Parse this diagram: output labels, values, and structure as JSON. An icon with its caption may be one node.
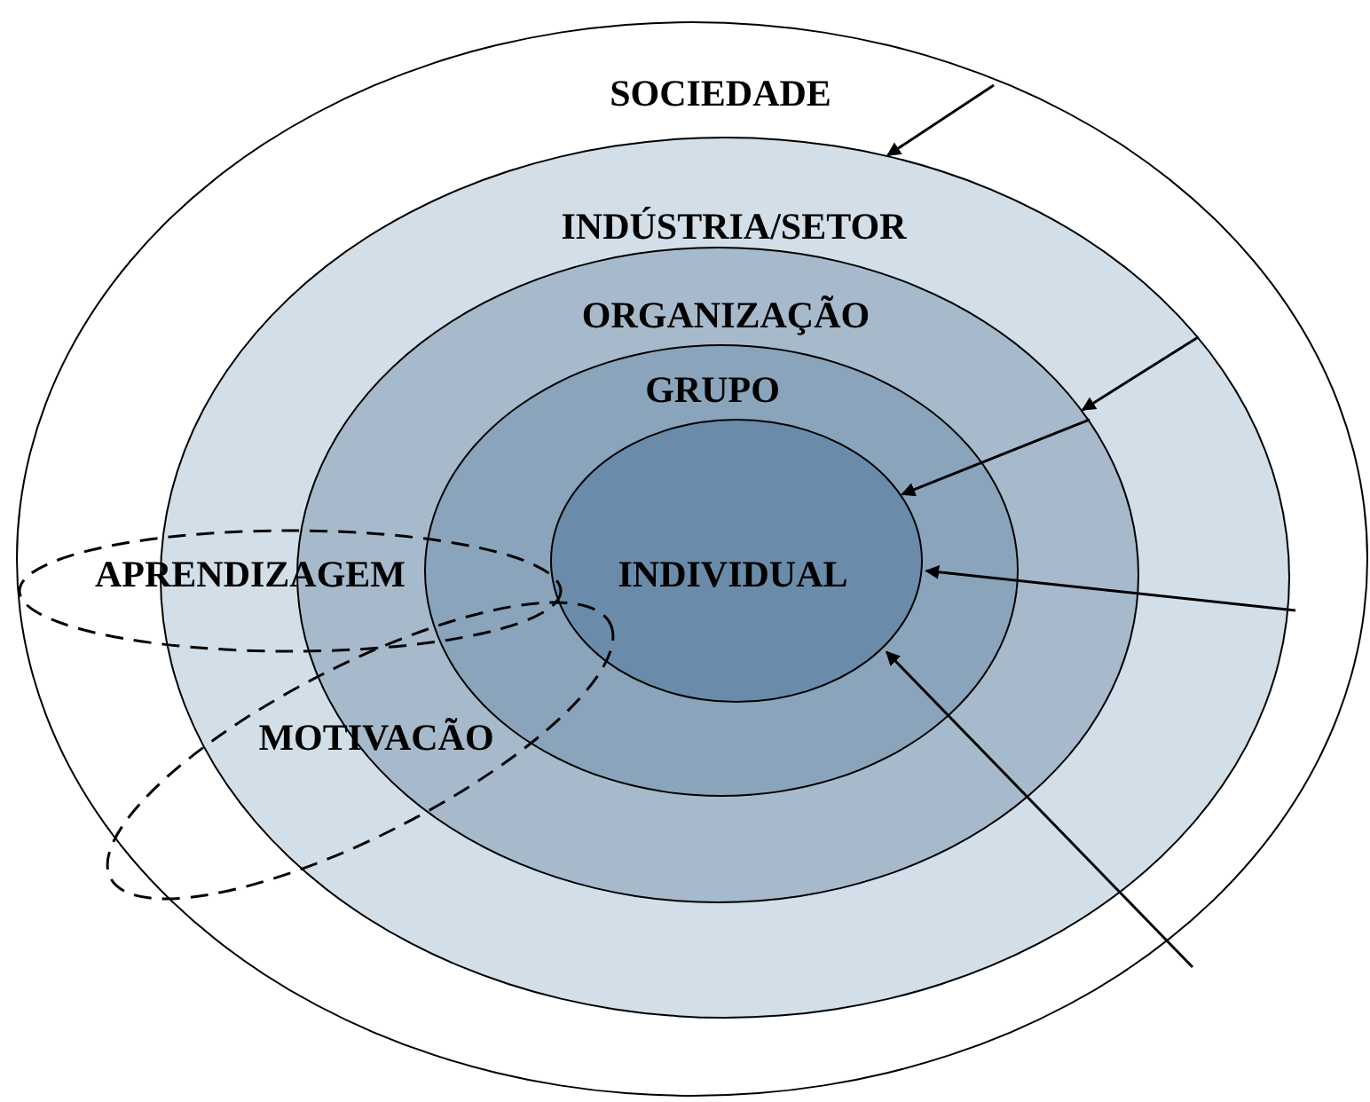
{
  "diagram": {
    "nodes": [
      {
        "text": [
          "SOCIEDADE"
        ]
      },
      {
        "text": [
          "INDÚSTRIA/SETOR"
        ],
        "in": 0
      },
      {
        "text": [
          "ORGANIZAÇÃO"
        ],
        "in": 1
      },
      {
        "text": [
          "GRUPO"
        ],
        "in": 2
      },
      {
        "text": [
          "INDIVIDUAL"
        ],
        "in": 3
      },
      {
        "text": [
          "APRENDIZAGEM"
        ],
        "in": 0
      },
      {
        "text": [
          "MOTIVACÃO"
        ],
        "in": 0
      }
    ],
    "edges": [
      {
        "from": null,
        "to": 1,
        "arrow": "to"
      },
      {
        "from": 1,
        "to": 2,
        "arrow": "to"
      },
      {
        "from": 2,
        "to": 4,
        "arrow": "to"
      },
      {
        "from": null,
        "to": 4,
        "arrow": "to"
      },
      {
        "from": null,
        "to": 4,
        "arrow": "to"
      }
    ]
  }
}
